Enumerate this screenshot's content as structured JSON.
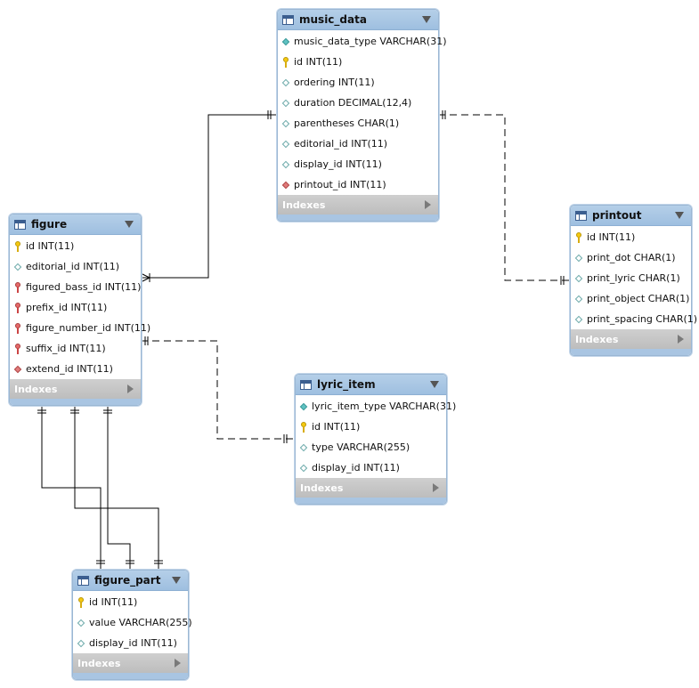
{
  "tables": {
    "music_data": {
      "name": "music_data",
      "columns": [
        {
          "text": "music_data_type VARCHAR(31)",
          "icon": "diamond-filled-icon"
        },
        {
          "text": "id INT(11)",
          "icon": "primary-key-icon"
        },
        {
          "text": "ordering INT(11)",
          "icon": "diamond-icon"
        },
        {
          "text": "duration DECIMAL(12,4)",
          "icon": "diamond-icon"
        },
        {
          "text": "parentheses CHAR(1)",
          "icon": "diamond-icon"
        },
        {
          "text": "editorial_id INT(11)",
          "icon": "diamond-icon"
        },
        {
          "text": "display_id INT(11)",
          "icon": "diamond-icon"
        },
        {
          "text": "printout_id INT(11)",
          "icon": "foreign-key-diamond-icon"
        }
      ],
      "indexes_label": "Indexes"
    },
    "figure": {
      "name": "figure",
      "columns": [
        {
          "text": "id INT(11)",
          "icon": "primary-key-icon"
        },
        {
          "text": "editorial_id INT(11)",
          "icon": "diamond-icon"
        },
        {
          "text": "figured_bass_id INT(11)",
          "icon": "foreign-key-icon"
        },
        {
          "text": "prefix_id INT(11)",
          "icon": "foreign-key-icon"
        },
        {
          "text": "figure_number_id INT(11)",
          "icon": "foreign-key-icon"
        },
        {
          "text": "suffix_id INT(11)",
          "icon": "foreign-key-icon"
        },
        {
          "text": "extend_id INT(11)",
          "icon": "foreign-key-diamond-icon"
        }
      ],
      "indexes_label": "Indexes"
    },
    "printout": {
      "name": "printout",
      "columns": [
        {
          "text": "id INT(11)",
          "icon": "primary-key-icon"
        },
        {
          "text": "print_dot CHAR(1)",
          "icon": "diamond-icon"
        },
        {
          "text": "print_lyric CHAR(1)",
          "icon": "diamond-icon"
        },
        {
          "text": "print_object CHAR(1)",
          "icon": "diamond-icon"
        },
        {
          "text": "print_spacing CHAR(1)",
          "icon": "diamond-icon"
        }
      ],
      "indexes_label": "Indexes"
    },
    "lyric_item": {
      "name": "lyric_item",
      "columns": [
        {
          "text": "lyric_item_type VARCHAR(31)",
          "icon": "diamond-filled-icon"
        },
        {
          "text": "id INT(11)",
          "icon": "primary-key-icon"
        },
        {
          "text": "type VARCHAR(255)",
          "icon": "diamond-icon"
        },
        {
          "text": "display_id INT(11)",
          "icon": "diamond-icon"
        }
      ],
      "indexes_label": "Indexes"
    },
    "figure_part": {
      "name": "figure_part",
      "columns": [
        {
          "text": "id INT(11)",
          "icon": "primary-key-icon"
        },
        {
          "text": "value VARCHAR(255)",
          "icon": "diamond-icon"
        },
        {
          "text": "display_id INT(11)",
          "icon": "diamond-icon"
        }
      ],
      "indexes_label": "Indexes"
    }
  },
  "relationships": [
    {
      "from": "figure",
      "to": "music_data",
      "style": "solid",
      "cardinality": "many-to-one"
    },
    {
      "from": "music_data",
      "to": "printout",
      "style": "dashed",
      "cardinality": "one-to-one"
    },
    {
      "from": "figure",
      "to": "lyric_item",
      "style": "dashed",
      "cardinality": "one-to-one"
    },
    {
      "from": "figure",
      "to": "figure_part",
      "style": "solid",
      "cardinality": "one-to-one"
    },
    {
      "from": "figure",
      "to": "figure_part",
      "style": "solid",
      "cardinality": "one-to-one"
    },
    {
      "from": "figure",
      "to": "figure_part",
      "style": "solid",
      "cardinality": "one-to-one"
    }
  ]
}
